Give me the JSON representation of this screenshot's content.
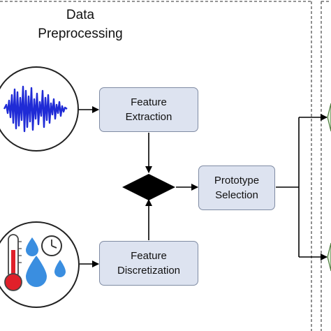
{
  "panel": {
    "title_line1": "Data",
    "title_line2": "Preprocessing"
  },
  "nodes": {
    "feature_extraction": {
      "line1": "Feature",
      "line2": "Extraction"
    },
    "feature_discretization": {
      "line1": "Feature",
      "line2": "Discretization"
    },
    "prototype_selection": {
      "line1": "Prototype",
      "line2": "Selection"
    }
  },
  "icons": {
    "top_input": "audio-waveform-icon",
    "bottom_input": "weather-sensors-icon",
    "merge": "decision-diamond-icon"
  },
  "colors": {
    "box_fill": "#dde3f0",
    "box_border": "#7f8ba3",
    "waveform": "#1f2bd6",
    "thermometer": "#e0202a",
    "droplet": "#3a8ee0",
    "diamond": "#000000",
    "next_stage": "#dff0d8"
  }
}
